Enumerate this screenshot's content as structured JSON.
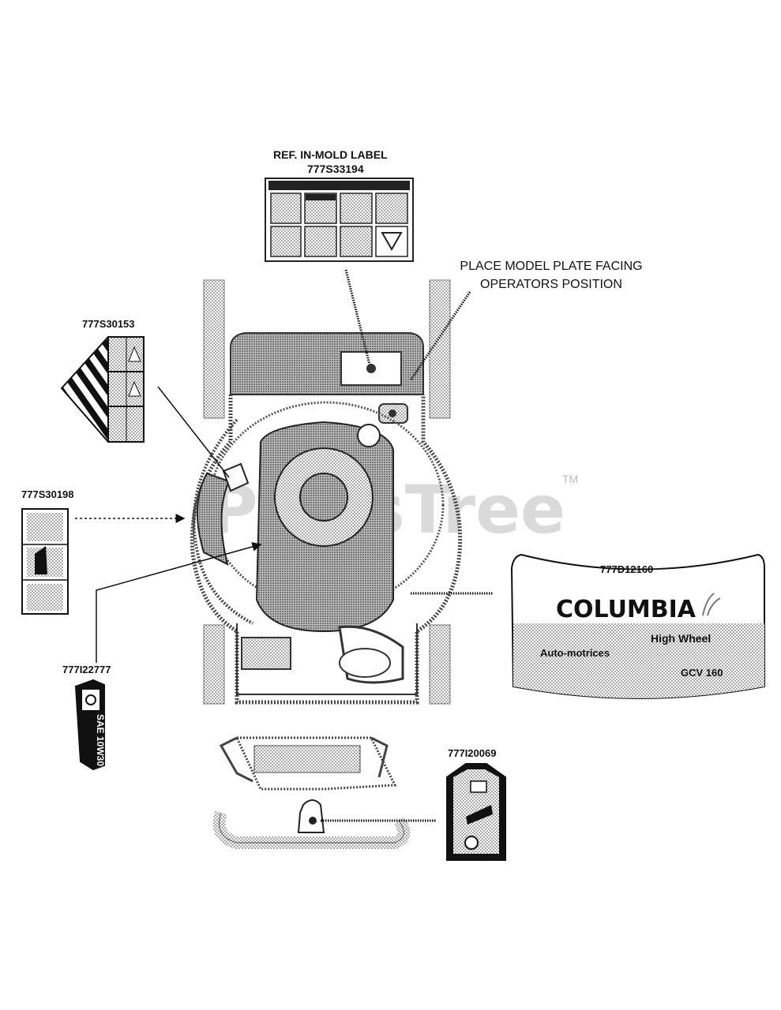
{
  "labels": {
    "in_mold_ref": "REF.  IN-MOLD LABEL",
    "in_mold_part": "777S33194",
    "place_note_line1": "PLACE MODEL PLATE FACING",
    "place_note_line2": "OPERATORS POSITION",
    "warning_decal": "777S30153",
    "side_decal": "777S30198",
    "oil_decal": "777I22777",
    "columbia_decal": "777D12160",
    "control_decal": "777I20069"
  },
  "columbia_plate": {
    "brand": "COLUMBIA",
    "line1": "High Wheel",
    "line2": "Auto-motrices",
    "engine": "GCV 160"
  },
  "oil_label": {
    "text": "SAE 10W30"
  },
  "watermark": {
    "text": "PartsTree",
    "tm": "TM"
  },
  "colors": {
    "line": "#111111",
    "stipple": "#9a9a9a",
    "watermark": "#d8d8d8"
  }
}
